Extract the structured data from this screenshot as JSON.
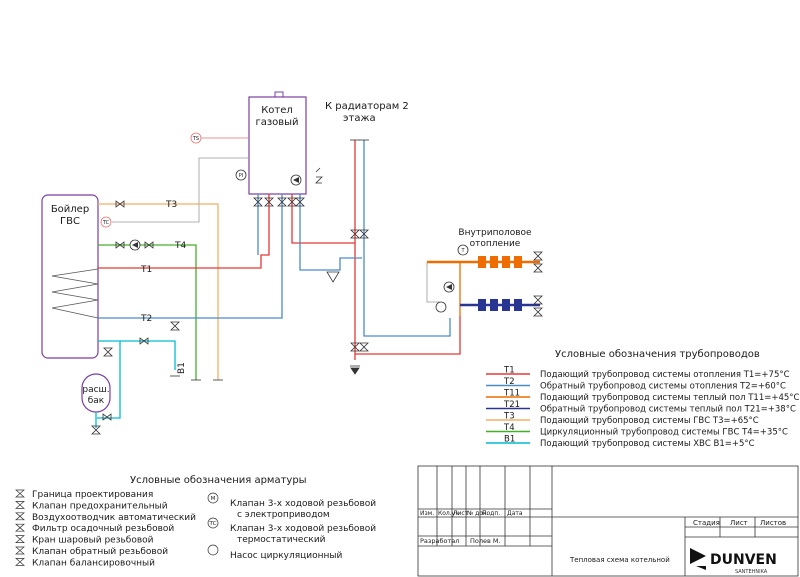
{
  "equipment": {
    "boiler_label_1": "Котел",
    "boiler_label_2": "газовый",
    "dhw_label_1": "Бойлер",
    "dhw_label_2": "ГВС",
    "tank_label_1": "расш.",
    "tank_label_2": "бак",
    "radiators_label_1": "К радиаторам 2",
    "radiators_label_2": "этажа",
    "inner_label_1": "Внутриполовое",
    "inner_label_2": "отопление",
    "sensor_ts": "TS",
    "sensor_tc": "TC",
    "sensor_pi": "PI",
    "sensor_t": "T"
  },
  "pipe_labels": {
    "t3": "T3",
    "t4": "T4",
    "t1": "T1",
    "t2": "T2",
    "b1": "B1"
  },
  "pipes_legend": {
    "title": "Условные обозначения трубопроводов",
    "items": [
      {
        "code": "T1",
        "color": "#e53935",
        "text": "Подающий трубопровод системы отопления T1=+75°C"
      },
      {
        "code": "T2",
        "color": "#4a8bc9",
        "text": "Обратный трубопровод системы отопления T2=+60°C"
      },
      {
        "code": "T11",
        "color": "#ef6c00",
        "text": "Подающий трубопровод системы теплый пол T11=+45°C"
      },
      {
        "code": "T21",
        "color": "#283593",
        "text": "Обратный трубопровод системы теплый пол T21=+38°C"
      },
      {
        "code": "T3",
        "color": "#f0b060",
        "text": "Подающий трубопровод системы ГВС T3=+65°C"
      },
      {
        "code": "T4",
        "color": "#43b02a",
        "text": "Циркуляционный трубопровод системы ГВС T4=+35°C"
      },
      {
        "code": "B1",
        "color": "#00bcd4",
        "text": "Подающий трубопровод системы ХВС B1=+5°C"
      }
    ]
  },
  "fittings_legend": {
    "title": "Условные обозначения арматуры",
    "left_items": [
      "Граница проектирования",
      "Клапан предохранительный",
      "Воздухоотводчик автоматический",
      "Фильтр осадочный резьбовой",
      "Кран шаровый резьбовой",
      "Клапан обратный резьбовой",
      "Клапан балансировочный"
    ],
    "right_items": [
      {
        "symbol": "M",
        "line1": "Клапан 3-х ходовой резьбовой",
        "line2": "с электроприводом"
      },
      {
        "symbol": "TC",
        "line1": "Клапан 3-х ходовой резьбовой",
        "line2": "термостатический"
      },
      {
        "symbol": "",
        "line1": "Насос циркуляционный",
        "line2": ""
      }
    ]
  },
  "title_block": {
    "headers": [
      "Изм.",
      "Кол.уч",
      "Лист",
      "№ док.",
      "Подп.",
      "Дата"
    ],
    "row_label": "Разработал",
    "developer": "Полев М.",
    "drawing_title": "Тепловая схема котельной",
    "stage_header": "Стадия",
    "sheet_header": "Лист",
    "sheets_header": "Листов",
    "brand": "DUNVEN",
    "brand_sub": "SANTEHNIKA"
  }
}
